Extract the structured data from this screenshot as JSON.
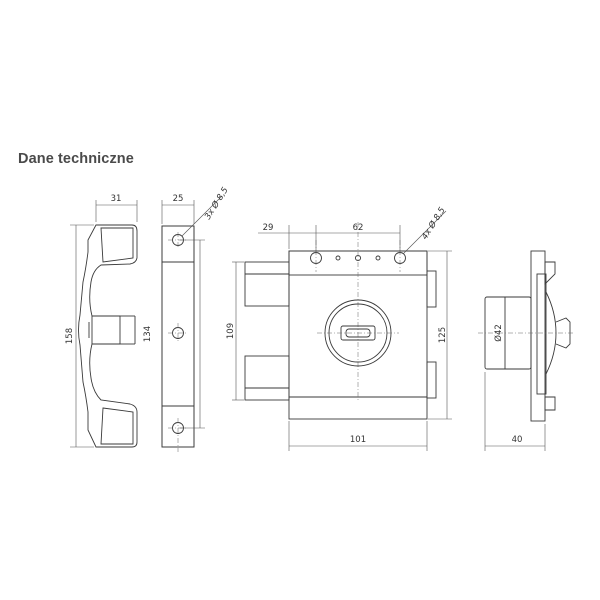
{
  "title": "Dane techniczne",
  "dims": {
    "w31": "31",
    "h158": "158",
    "w25": "25",
    "holes3": "3x  Ø 8,5",
    "h134": "134",
    "w29": "29",
    "w62": "62",
    "holes4": "4x  Ø 8,5",
    "h109": "109",
    "h125": "125",
    "w101": "101",
    "d42": "Ø42",
    "w40": "40"
  }
}
